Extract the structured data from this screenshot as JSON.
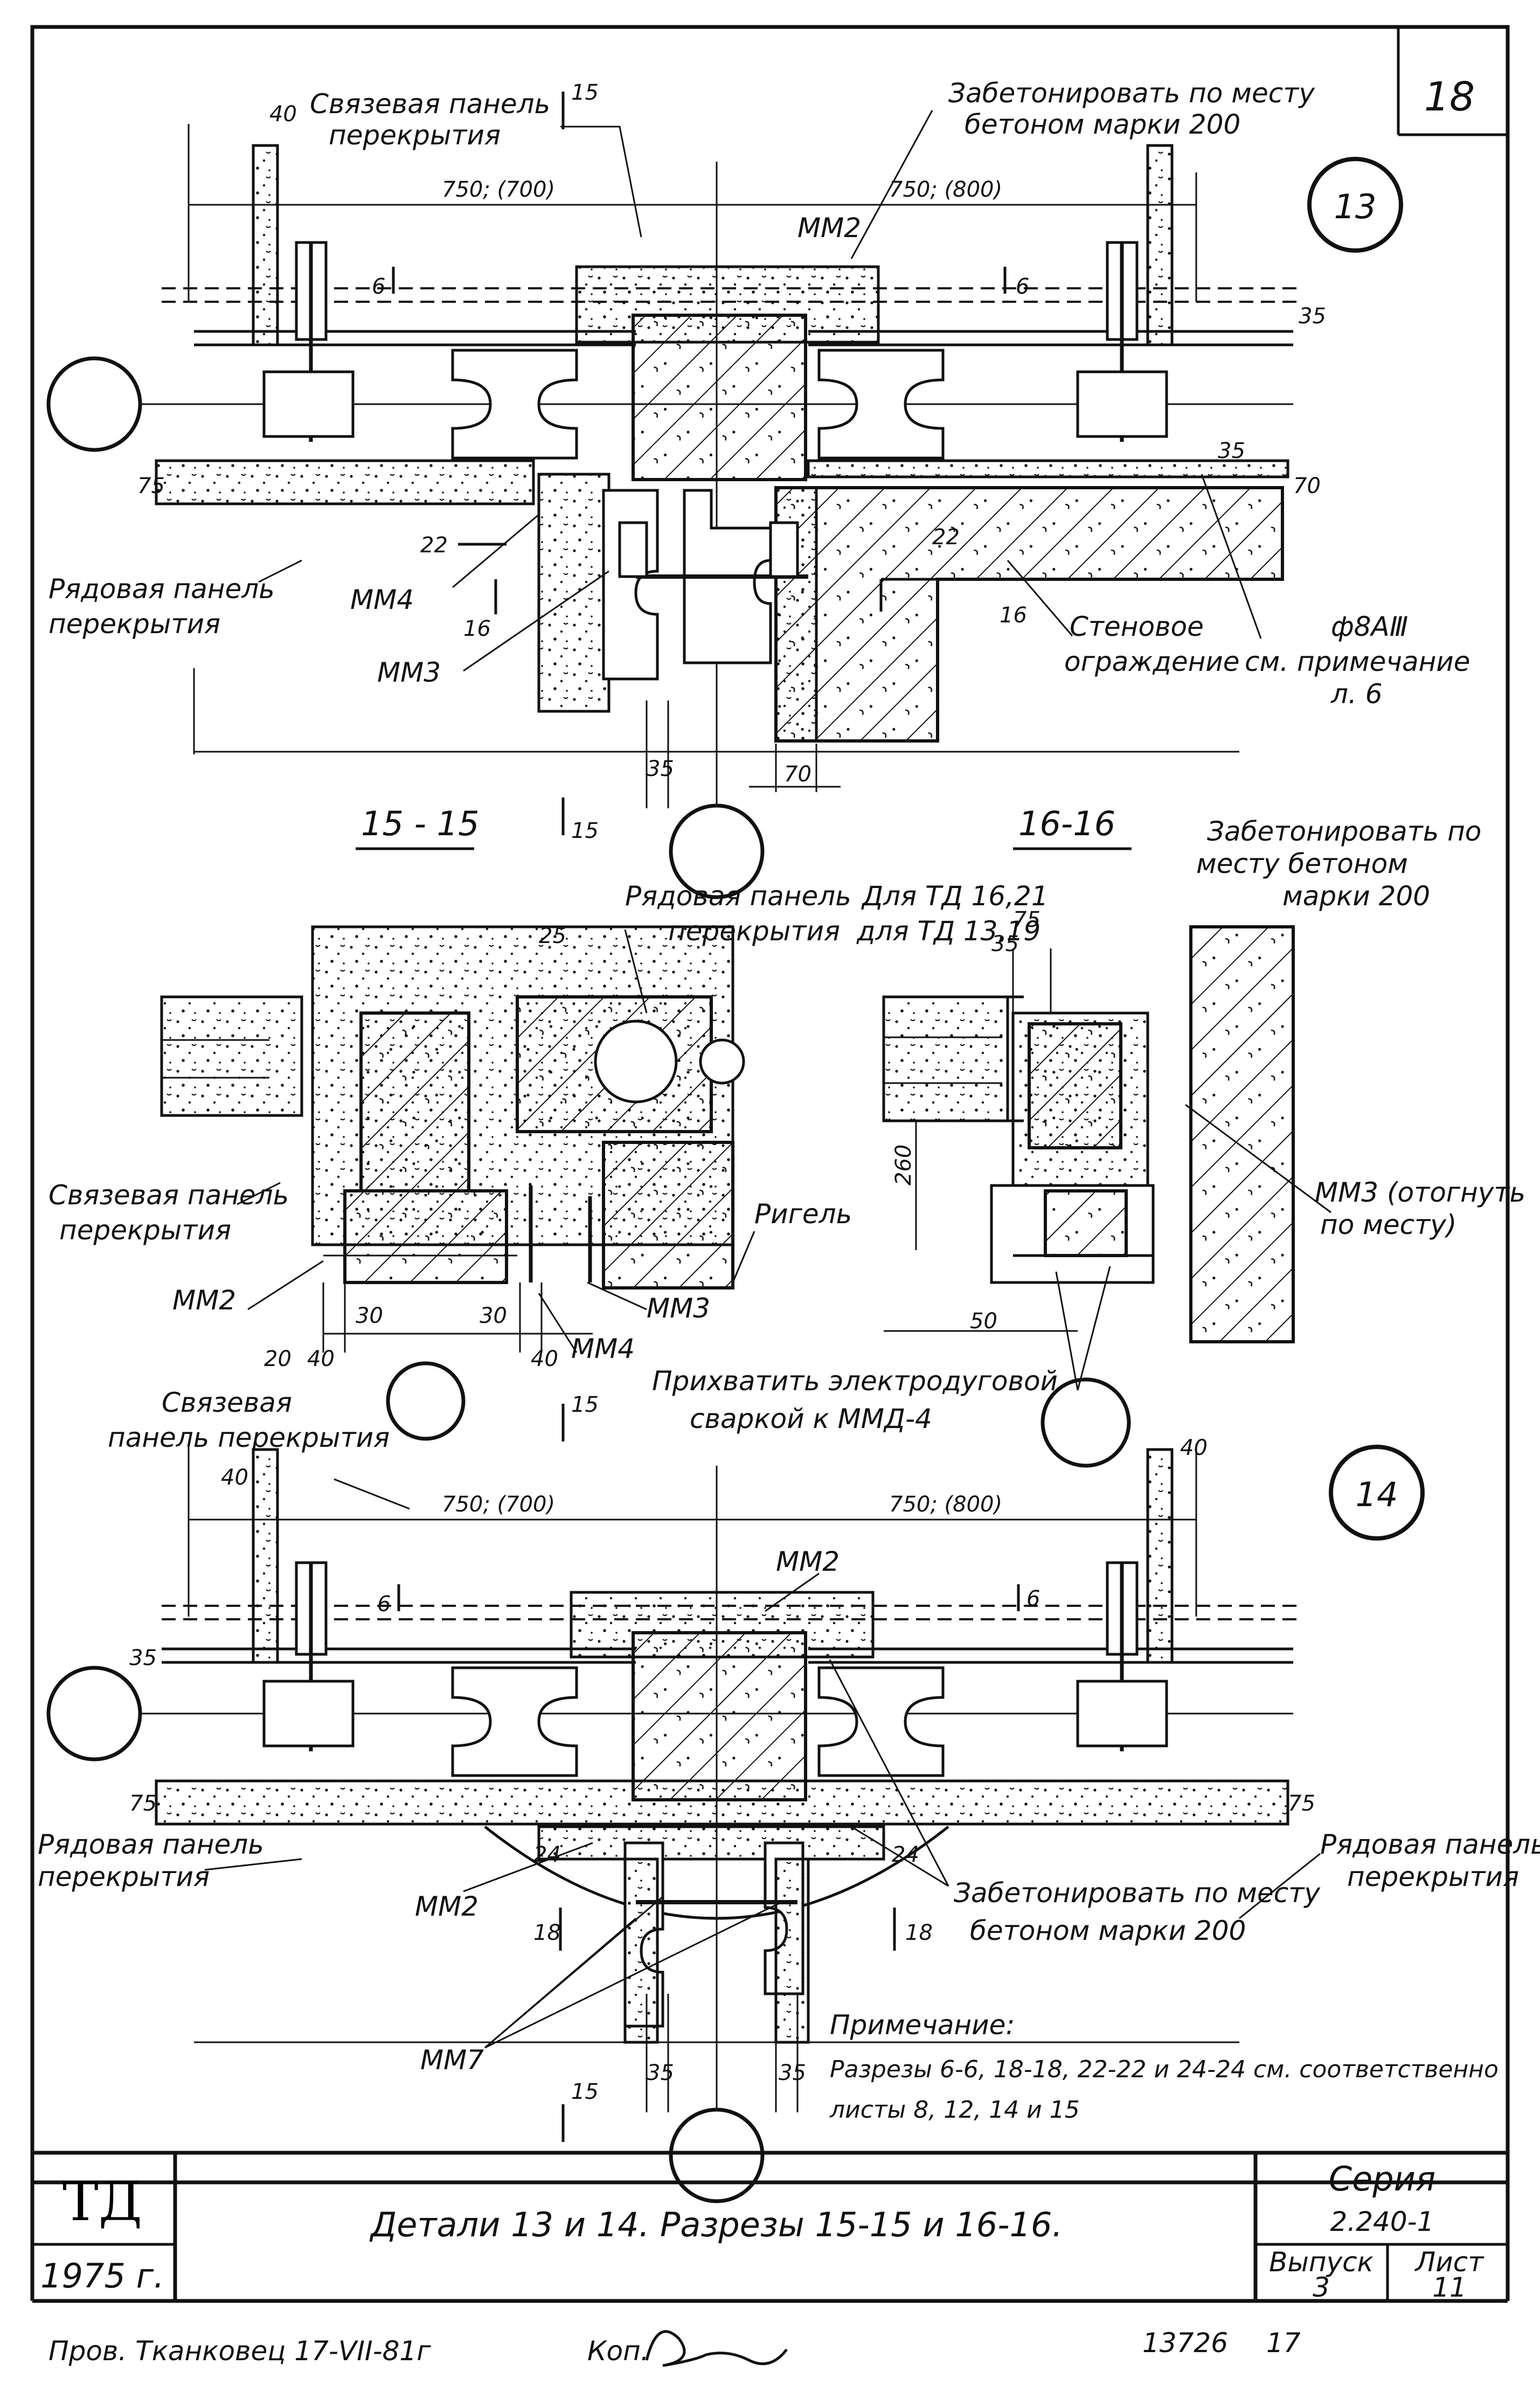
{
  "sheet": {
    "top_number": "18",
    "detail_13": "13",
    "detail_14": "14",
    "section_15": "15 - 15",
    "section_16": "16-16"
  },
  "detail13": {
    "link_panel": "Связевая панель",
    "link_panel2": "перекрытия",
    "concrete_note1": "Забетонировать по месту",
    "concrete_note2": "бетоном марки 200",
    "dim_left": "750; (700)",
    "dim_right": "750; (800)",
    "mm2": "ММ2",
    "mm3": "ММ3",
    "mm4": "ММ4",
    "row_panel1": "Рядовая панель",
    "row_panel2": "перекрытия",
    "wall1": "Стеновое",
    "wall2": "ограждение",
    "rebar": "ф8АⅢ",
    "note1": "см. примечание",
    "note2": "л. 6",
    "d40": "40",
    "d15": "15",
    "d6": "6",
    "d35": "35",
    "d70": "70",
    "d75": "75",
    "d22": "22",
    "d16": "16"
  },
  "section15": {
    "row_panel1": "Рядовая панель",
    "row_panel2": "перекрытия",
    "link_panel1": "Связевая панель",
    "link_panel2": "перекрытия",
    "girder": "Ригель",
    "mm2": "ММ2",
    "mm3": "ММ3",
    "mm4": "ММ4",
    "d25": "25",
    "d30a": "30",
    "d30b": "30",
    "d20": "20",
    "d40a": "40",
    "d40b": "40"
  },
  "section16": {
    "for_td1621": "Для ТД 16,21",
    "for_td1319": "для ТД 13,19",
    "concrete1": "Забетонировать по",
    "concrete2": "месту бетоном",
    "concrete3": "марки 200",
    "mm3_1": "ММ3 (отогнуть",
    "mm3_2": "по месту)",
    "weld1": "Прихватить электродуговой",
    "weld2": "сваркой к ММД-4",
    "d75": "75",
    "d35": "35",
    "d260": "260",
    "d50": "50"
  },
  "detail14": {
    "link_panel1": "Связевая",
    "link_panel2": "панель перекрытия",
    "dim_left": "750; (700)",
    "dim_right": "750; (800)",
    "mm2a": "ММ2",
    "mm2b": "ММ2",
    "mm7": "ММ7",
    "row_left1": "Рядовая панель",
    "row_left2": "перекрытия",
    "row_right1": "Рядовая панель",
    "row_right2": "перекрытия",
    "concrete1": "Забетонировать по месту",
    "concrete2": "бетоном марки 200",
    "d40a": "40",
    "d40b": "40",
    "d15": "15",
    "d6": "6",
    "d35": "35",
    "d75": "75",
    "d24": "24",
    "d18": "18"
  },
  "note": {
    "title": "Примечание:",
    "line1": "Разрезы 6-6, 18-18, 22-22 и 24-24 см. соответственно",
    "line2": "листы 8, 12, 14 и 15"
  },
  "title_block": {
    "td": "ТД",
    "year": "1975 г.",
    "title": "Детали 13 и 14. Разрезы 15-15 и 16-16.",
    "series_label": "Серия",
    "series_value": "2.240-1",
    "issue_label": "Выпуск",
    "issue_value": "3",
    "sheet_label": "Лист",
    "sheet_value": "11"
  },
  "footer": {
    "checked": "Пров. Тканковец 17-VII-81г",
    "copy": "Коп.",
    "num1": "13726",
    "num2": "17"
  }
}
